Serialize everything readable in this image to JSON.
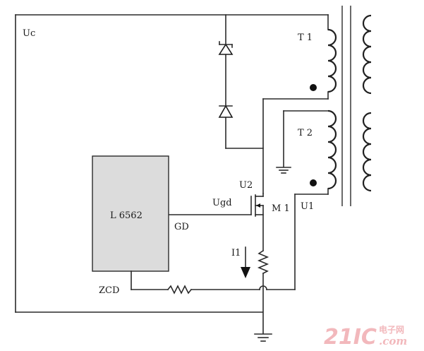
{
  "labels": {
    "uc": "Uc",
    "t1": "T 1",
    "t2": "T 2",
    "u2": "U2",
    "ugd": "Ugd",
    "m1": "M 1",
    "u1": "U1",
    "gd": "GD",
    "i1": "I1",
    "zcd": "ZCD",
    "ic": "L 6562"
  },
  "watermark": {
    "number": "21IC",
    "chinese": "电子网",
    "domain": ".com"
  },
  "colors": {
    "ic_fill": "#dcdcdc",
    "watermark": "#f2b8bc"
  }
}
